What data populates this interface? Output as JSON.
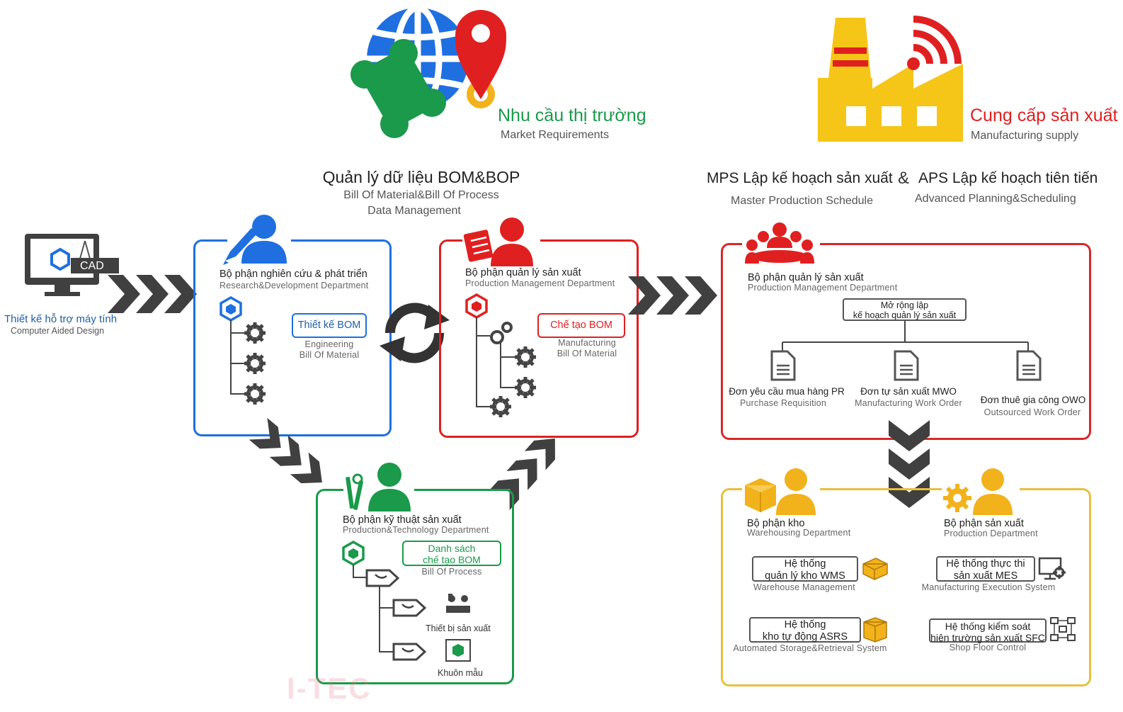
{
  "market": {
    "title": "Nhu cầu thị trường",
    "subtitle": "Market Requirements"
  },
  "supply": {
    "title": "Cung cấp sản xuất",
    "subtitle": "Manufacturing supply"
  },
  "bom_header": {
    "title": "Quản lý dữ liệu BOM&BOP",
    "sub1": "Bill Of Material&Bill Of Process",
    "sub2": "Data Management"
  },
  "mps": {
    "title": "MPS Lập kế hoạch sản xuất",
    "subtitle": "Master Production Schedule"
  },
  "amp": "&",
  "aps": {
    "title": "APS Lập kế hoạch tiên tiến",
    "subtitle": "Advanced Planning&Scheduling"
  },
  "cad": {
    "badge": "CAD",
    "label": "Thiết kế hỗ trợ máy tính",
    "sublabel": "Computer Aided Design"
  },
  "rd": {
    "name": "Bộ phận nghiên cứu & phát triển",
    "name_en": "Research&Development Department",
    "tag": "Thiết kế BOM",
    "tag_sub1": "Engineering",
    "tag_sub2": "Bill Of Material"
  },
  "pm": {
    "name": "Bộ phận quản lý sản xuất",
    "name_en": "Production Management Department",
    "tag": "Chế tạo BOM",
    "tag_sub1": "Manufacturing",
    "tag_sub2": "Bill Of Material"
  },
  "pt": {
    "name": "Bộ phận kỹ thuật sản xuất",
    "name_en": "Production&Technology Department",
    "tag1": "Danh sách",
    "tag2": "chế tạo BOM",
    "tag_sub": "Bill Of Process",
    "equip": "Thiết bị sản xuất",
    "mold": "Khuôn mẫu"
  },
  "prod_mgmt": {
    "name": "Bộ phận quản lý sản xuất",
    "name_en": "Production Management Department",
    "expand1": "Mở rộng lập",
    "expand2": "kế hoạch quản lý sản xuất",
    "docs": [
      {
        "vi": "Đơn yêu cầu mua hàng PR",
        "en": "Purchase Requisition"
      },
      {
        "vi": "Đơn tự sản xuất MWO",
        "en": "Manufacturing Work Order"
      },
      {
        "vi": "Đơn thuê gia công OWO",
        "en": "Outsourced Work Order"
      }
    ]
  },
  "warehouse": {
    "name": "Bộ phận kho",
    "name_en": "Warehousing Department",
    "wms1": "Hệ thống",
    "wms2": "quản lý kho WMS",
    "wms_en": "Warehouse Management",
    "asrs1": "Hệ thống",
    "asrs2": "kho tự động ASRS",
    "asrs_en": "Automated Storage&Retrieval System"
  },
  "production": {
    "name": "Bộ phận sản xuất",
    "name_en": "Production Department",
    "mes1": "Hệ thống thực thi",
    "mes2": "sản xuất MES",
    "mes_en": "Manufacturing Execution System",
    "sfc1": "Hệ thống kiểm soát",
    "sfc2": "hiện trường sản xuất SFC",
    "sfc_en": "Shop Floor Control"
  },
  "watermark": "I-TEC",
  "colors": {
    "blue": "#1f6fe0",
    "red": "#e02020",
    "green": "#1a9a4a",
    "yellow": "#e8c040",
    "orange": "#f2b21b",
    "dark_arrow": "#404040"
  }
}
